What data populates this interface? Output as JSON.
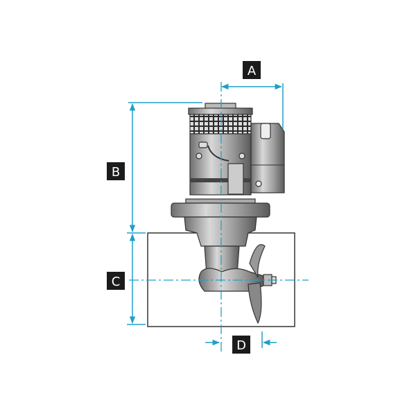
{
  "diagram": {
    "labels": {
      "a": "A",
      "b": "B",
      "c": "C",
      "d": "D"
    },
    "colors": {
      "dimension_lines": "#1fa0c8",
      "label_background": "#1b1b1b",
      "label_text": "#ffffff",
      "metal": "#a9a9a9"
    }
  }
}
